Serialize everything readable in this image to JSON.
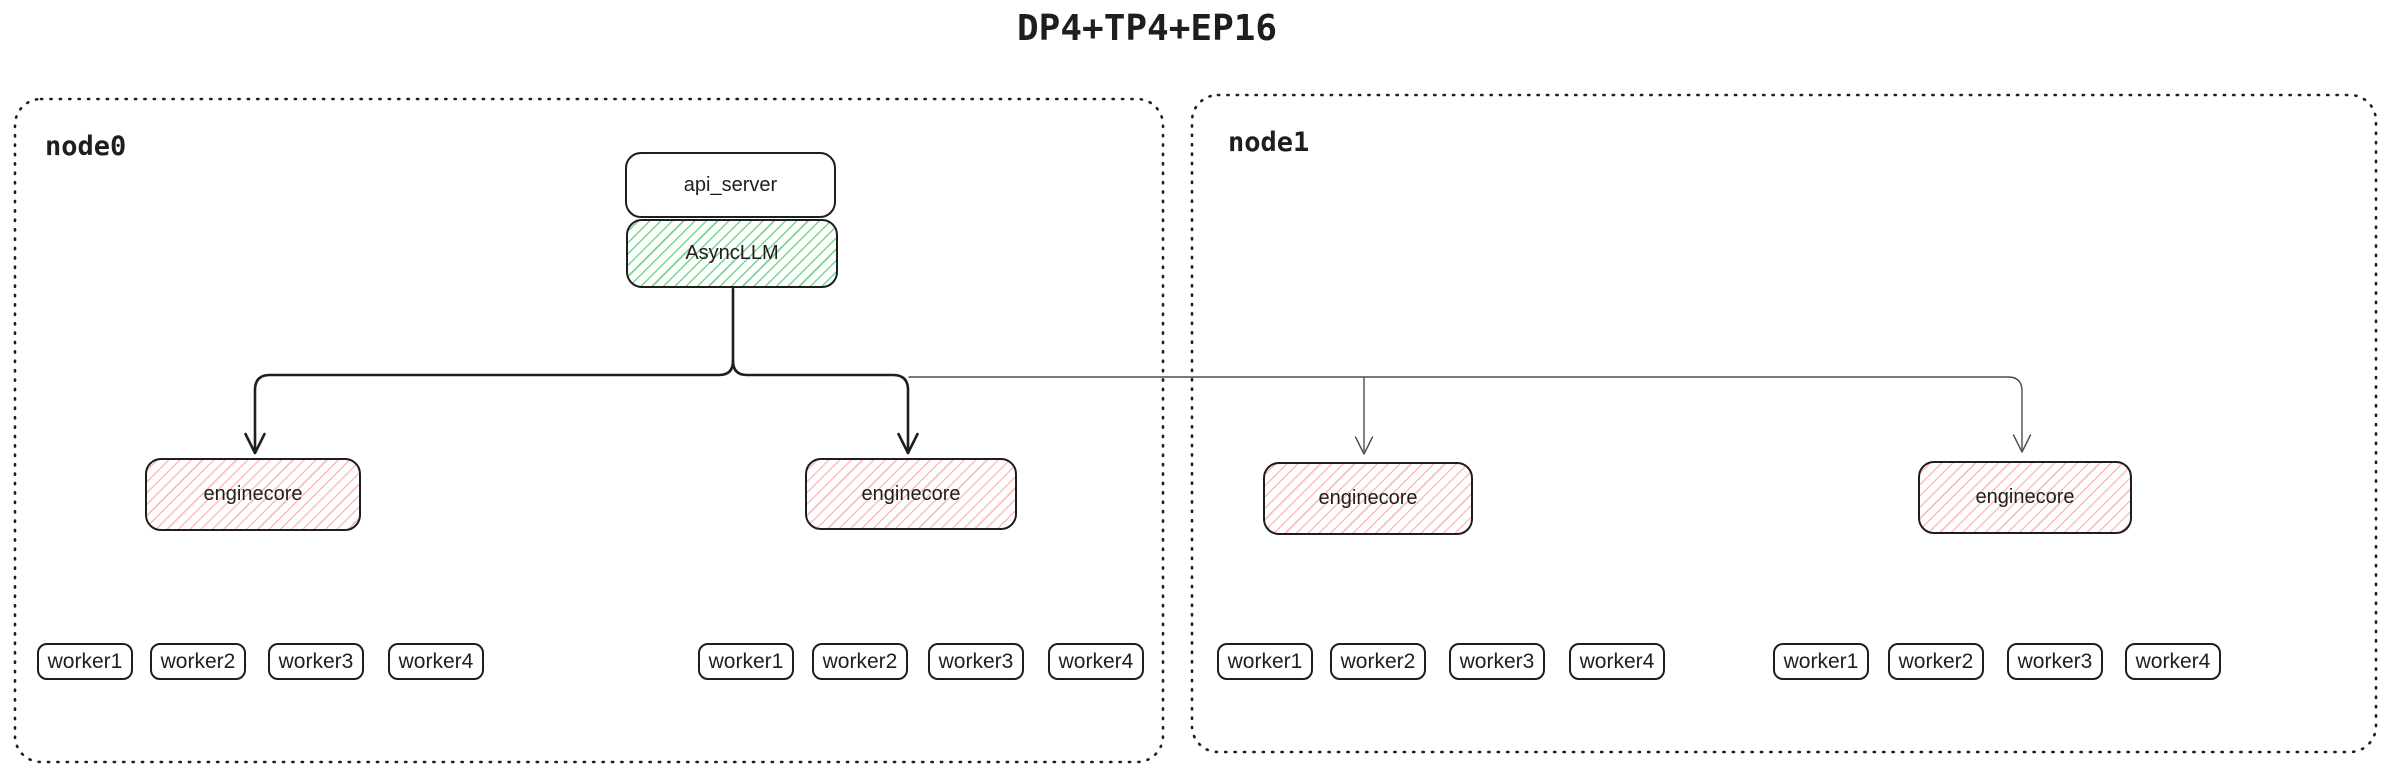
{
  "title": "DP4+TP4+EP16",
  "colors": {
    "stroke": "#1e1e1e",
    "green_hatch": "#72d98a",
    "pink_hatch": "#ffbcbc",
    "thin_line": "#4d4d4d"
  },
  "nodes": [
    {
      "label": "node0",
      "api_server_label": "api_server",
      "asyncllm_label": "AsyncLLM",
      "enginecores": [
        {
          "label": "enginecore",
          "workers": [
            "worker1",
            "worker2",
            "worker3",
            "worker4"
          ]
        },
        {
          "label": "enginecore",
          "workers": [
            "worker1",
            "worker2",
            "worker3",
            "worker4"
          ]
        }
      ]
    },
    {
      "label": "node1",
      "enginecores": [
        {
          "label": "enginecore",
          "workers": [
            "worker1",
            "worker2",
            "worker3",
            "worker4"
          ]
        },
        {
          "label": "enginecore",
          "workers": [
            "worker1",
            "worker2",
            "worker3",
            "worker4"
          ]
        }
      ]
    }
  ]
}
